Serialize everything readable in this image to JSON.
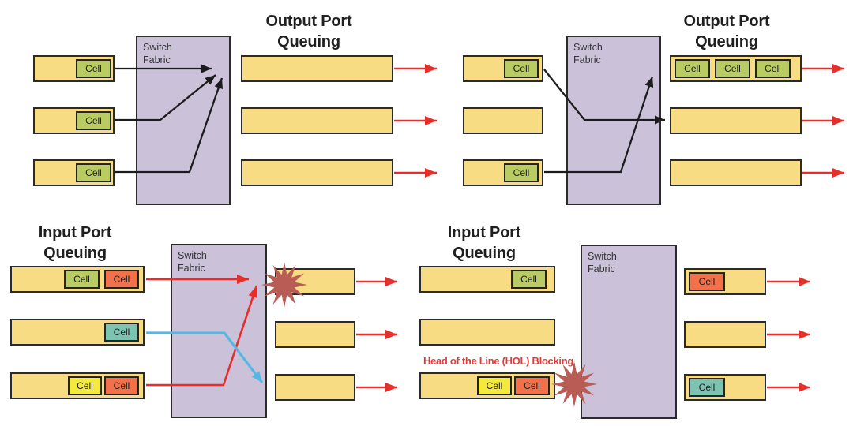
{
  "labels": {
    "cell": "Cell",
    "switch_fabric": [
      "Switch",
      "Fabric"
    ],
    "output_port_queuing": [
      "Output Port",
      "Queuing"
    ],
    "input_port_queuing": [
      "Input Port",
      "Queuing"
    ],
    "hol_blocking": "Head of the Line (HOL) Blocking"
  },
  "quadrants": [
    {
      "id": "top_left",
      "title": "Output Port Queuing",
      "fabric": "Switch Fabric",
      "input_queues": [
        [
          "green"
        ],
        [
          "green"
        ],
        [
          "green"
        ]
      ],
      "output_queues": [
        [],
        [],
        []
      ]
    },
    {
      "id": "top_right",
      "title": "Output Port Queuing",
      "fabric": "Switch Fabric",
      "input_queues": [
        [
          "green"
        ],
        [],
        [
          "green"
        ]
      ],
      "output_queues": [
        [
          "green",
          "green",
          "green"
        ],
        [],
        []
      ]
    },
    {
      "id": "bottom_left",
      "title": "Input Port Queuing",
      "fabric": "Switch Fabric",
      "input_queues": [
        [
          "green",
          "orange"
        ],
        [
          "teal"
        ],
        [
          "yellow",
          "orange"
        ]
      ],
      "output_queues": [
        [],
        [],
        []
      ],
      "collision": true
    },
    {
      "id": "bottom_right",
      "title": "Input Port Queuing",
      "fabric": "Switch Fabric",
      "annotation": "Head of the Line (HOL) Blocking",
      "input_queues": [
        [
          "green"
        ],
        [],
        [
          "yellow",
          "orange"
        ]
      ],
      "output_queues": [
        [
          "orange"
        ],
        [],
        [
          "teal"
        ]
      ],
      "collision": true
    }
  ],
  "palette": {
    "queue_fill": "#f8dc84",
    "queue_border": "#2b2b2b",
    "fabric_fill": "#cbc2d9",
    "fabric_border": "#2b2b2b",
    "cell_green": "#b9cc64",
    "cell_orange": "#f2714b",
    "cell_teal": "#7cc4b1",
    "cell_yellow": "#f4e93d",
    "cell_border": "#242424",
    "arrow_black": "#1c1c1c",
    "arrow_red": "#e62e2a",
    "arrow_blue": "#56b8e2",
    "burst_color": "#b95c55",
    "hol_text_color": "#e23b3b",
    "title_color": "#1f1f1f"
  }
}
